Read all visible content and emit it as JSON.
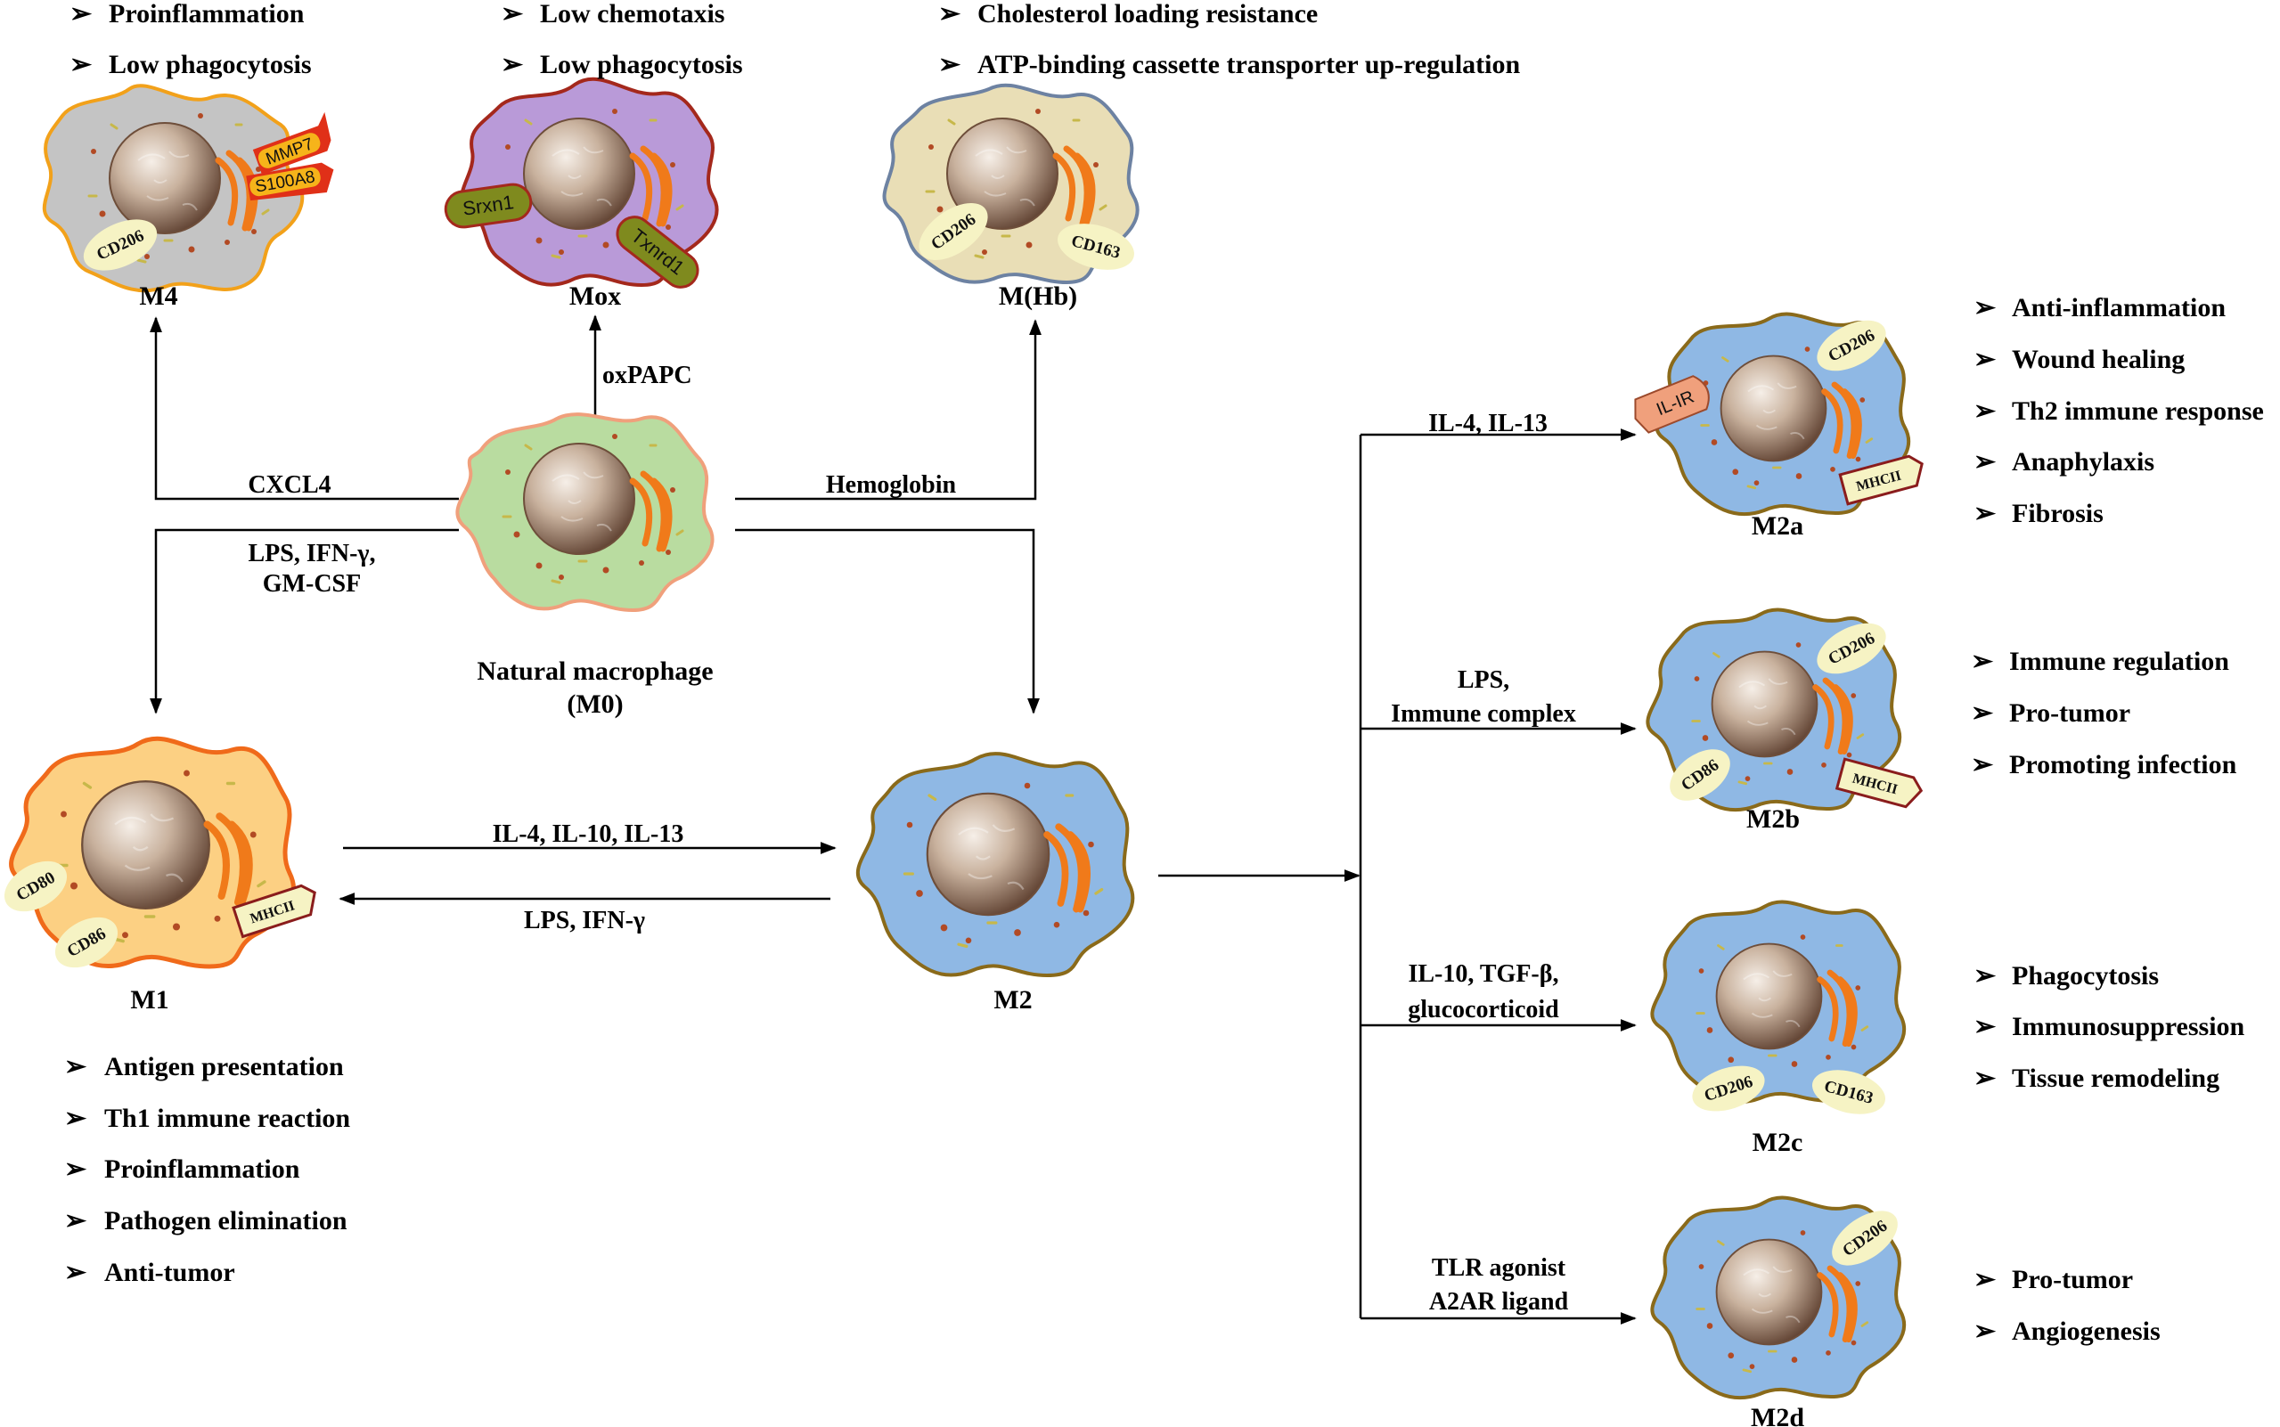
{
  "colors": {
    "m0_fill": "#b9dca0",
    "m0_edge": "#f0a07c",
    "m1_fill": "#fcd083",
    "m1_edge": "#f06a1a",
    "m2_fill": "#8fb8e4",
    "m2_edge": "#8a6a1a",
    "m4_fill": "#c4c4c4",
    "m4_edge": "#f2a11a",
    "mox_fill": "#b99ad8",
    "mox_edge": "#a4281c",
    "mhb_fill": "#e9deb6",
    "mhb_edge": "#6d82a2",
    "nucleus": "#a0826a",
    "golgi": "#f07a1a",
    "marker": "#f6f3c4"
  },
  "cells": {
    "m4": {
      "label": "M4",
      "markers": [
        "CD206",
        "MMP7",
        "S100A8"
      ]
    },
    "mox": {
      "label": "Mox",
      "markers": [
        "Srxn1",
        "Txnrd1"
      ]
    },
    "mhb": {
      "label": "M(Hb)",
      "markers": [
        "CD206",
        "CD163"
      ]
    },
    "m0": {
      "label_line1": "Natural macrophage",
      "label_line2": "(M0)"
    },
    "m1": {
      "label": "M1",
      "markers": [
        "CD80",
        "CD86",
        "MHCII"
      ]
    },
    "m2": {
      "label": "M2"
    },
    "m2a": {
      "label": "M2a",
      "markers": [
        "CD206",
        "IL-IR",
        "MHCII"
      ]
    },
    "m2b": {
      "label": "M2b",
      "markers": [
        "CD206",
        "CD86",
        "MHCII"
      ]
    },
    "m2c": {
      "label": "M2c",
      "markers": [
        "CD206",
        "CD163"
      ]
    },
    "m2d": {
      "label": "M2d",
      "markers": [
        "CD206"
      ]
    }
  },
  "stimuli": {
    "cxcl4": "CXCL4",
    "oxpapc": "oxPAPC",
    "hemoglobin": "Hemoglobin",
    "m1_line1": "LPS, IFN-γ,",
    "m1_line2": "GM-CSF",
    "to_m2": "IL-4, IL-10, IL-13",
    "to_m1": "LPS, IFN-γ",
    "m2a": "IL-4, IL-13",
    "m2b_line1": "LPS,",
    "m2b_line2": "Immune complex",
    "m2c_line1": "IL-10, TGF-β,",
    "m2c_line2": "glucocorticoid",
    "m2d_line1": "TLR agonist",
    "m2d_line2": "A2AR ligand"
  },
  "features": {
    "m4": [
      "Proinflammation",
      "Low phagocytosis"
    ],
    "mox": [
      "Low chemotaxis",
      "Low phagocytosis"
    ],
    "mhb": [
      "Cholesterol loading resistance",
      "ATP-binding cassette transporter up-regulation"
    ],
    "m1": [
      "Antigen presentation",
      "Th1 immune reaction",
      "Proinflammation",
      "Pathogen elimination",
      "Anti-tumor"
    ],
    "m2a": [
      "Anti-inflammation",
      "Wound healing",
      "Th2 immune response",
      "Anaphylaxis",
      "Fibrosis"
    ],
    "m2b": [
      "Immune regulation",
      "Pro-tumor",
      "Promoting infection"
    ],
    "m2c": [
      "Phagocytosis",
      "Immunosuppression",
      "Tissue remodeling"
    ],
    "m2d": [
      "Pro-tumor",
      "Angiogenesis"
    ]
  },
  "bullet_glyph": "➢"
}
